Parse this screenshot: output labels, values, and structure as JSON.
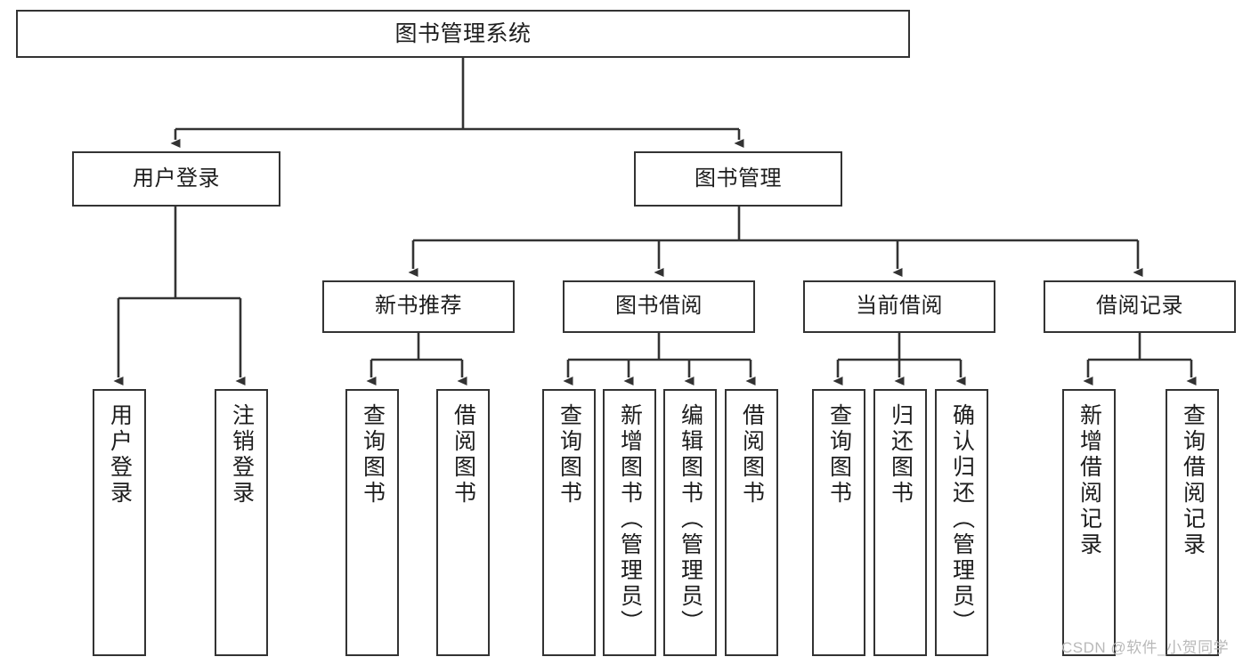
{
  "diagram": {
    "title": "图书管理系统",
    "type": "hierarchy-tree",
    "root": {
      "label": "图书管理系统"
    },
    "level2": [
      {
        "label": "用户登录"
      },
      {
        "label": "图书管理"
      }
    ],
    "level3": [
      {
        "label": "新书推荐"
      },
      {
        "label": "图书借阅"
      },
      {
        "label": "当前借阅"
      },
      {
        "label": "借阅记录"
      }
    ],
    "leaves": {
      "user_login": [
        {
          "label": "用户登录"
        },
        {
          "label": "注销登录"
        }
      ],
      "new_book": [
        {
          "label": "查询图书"
        },
        {
          "label": "借阅图书"
        }
      ],
      "borrow_book": [
        {
          "label": "查询图书"
        },
        {
          "label": "新增图书（管理员）"
        },
        {
          "label": "编辑图书（管理员）"
        },
        {
          "label": "借阅图书"
        }
      ],
      "current_borrow": [
        {
          "label": "查询图书"
        },
        {
          "label": "归还图书"
        },
        {
          "label": "确认归还（管理员）"
        }
      ],
      "borrow_record": [
        {
          "label": "新增借阅记录"
        },
        {
          "label": "查询借阅记录"
        }
      ]
    }
  },
  "watermark": {
    "text": "CSDN @软件_小贺同学"
  },
  "colors": {
    "box_border": "#333333",
    "box_fill": "#ffffff",
    "line": "#333333",
    "text": "#1d1d1d",
    "watermark": "#b9b9b9"
  }
}
